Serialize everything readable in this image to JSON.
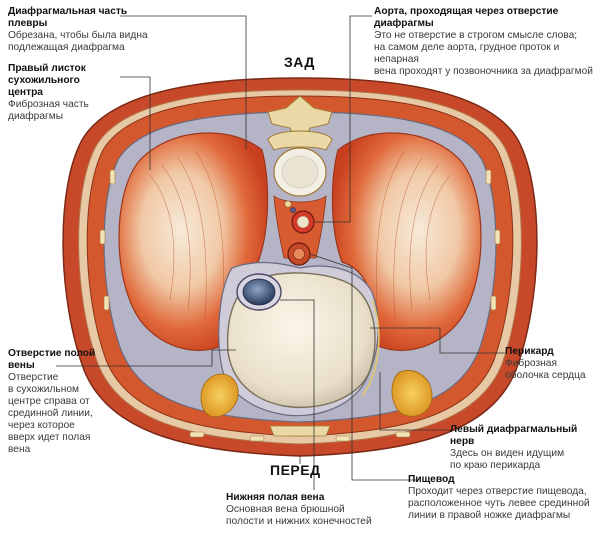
{
  "orientation": {
    "top": "ЗАД",
    "bottom": "ПЕРЕД"
  },
  "labels": {
    "diaphragm_pleura": {
      "title_lines": [
        "Диафрагмальная часть",
        "плевры"
      ],
      "desc_lines": [
        "Обрезана, чтобы была видна",
        "подлежащая диафрагма"
      ]
    },
    "right_leaflet": {
      "title_lines": [
        "Правый листок",
        "сухожильного",
        "центра"
      ],
      "desc_lines": [
        "Фиброзная часть",
        "диафрагмы"
      ]
    },
    "aorta": {
      "title_lines": [
        "Аорта, проходящая через отверстие",
        "диафрагмы"
      ],
      "desc_lines": [
        "Это не отверстие в строгом смысле слова;",
        "на самом деле аорта, грудное проток и непарная",
        "вена проходят у позвоночника за диафрагмой"
      ]
    },
    "vena_cava_opening": {
      "title_lines": [
        "Отверстие полой",
        "вены"
      ],
      "desc_lines": [
        "Отверстие",
        "в сухожильном",
        "центре справа от",
        "срединной линии,",
        "через которое",
        "вверх идет полая",
        "вена"
      ]
    },
    "pericardium": {
      "title_lines": [
        "Перикард"
      ],
      "desc_lines": [
        "Фиброзная",
        "оболочка сердца"
      ]
    },
    "left_phrenic": {
      "title_lines": [
        "Левый диафрагмальный",
        "нерв"
      ],
      "desc_lines": [
        "Здесь он виден идущим",
        "по краю перикарда"
      ]
    },
    "esophagus": {
      "title_lines": [
        "Пищевод"
      ],
      "desc_lines": [
        "Проходит через отверстие пищевода,",
        "расположенное чуть левее срединной",
        "линии в правой ножке диафрагмы"
      ]
    },
    "ivc": {
      "title_lines": [
        "Нижняя полая вена"
      ],
      "desc_lines": [
        "Основная вена брюшной",
        "полости и нижних конечностей"
      ]
    }
  },
  "colors": {
    "muscle": "#d9542a",
    "pleura": "#a9a9bc",
    "tendon": "#efe8dc",
    "bone": "#e9d8a6",
    "fat": "#e9a92a",
    "leader": "#333333"
  }
}
